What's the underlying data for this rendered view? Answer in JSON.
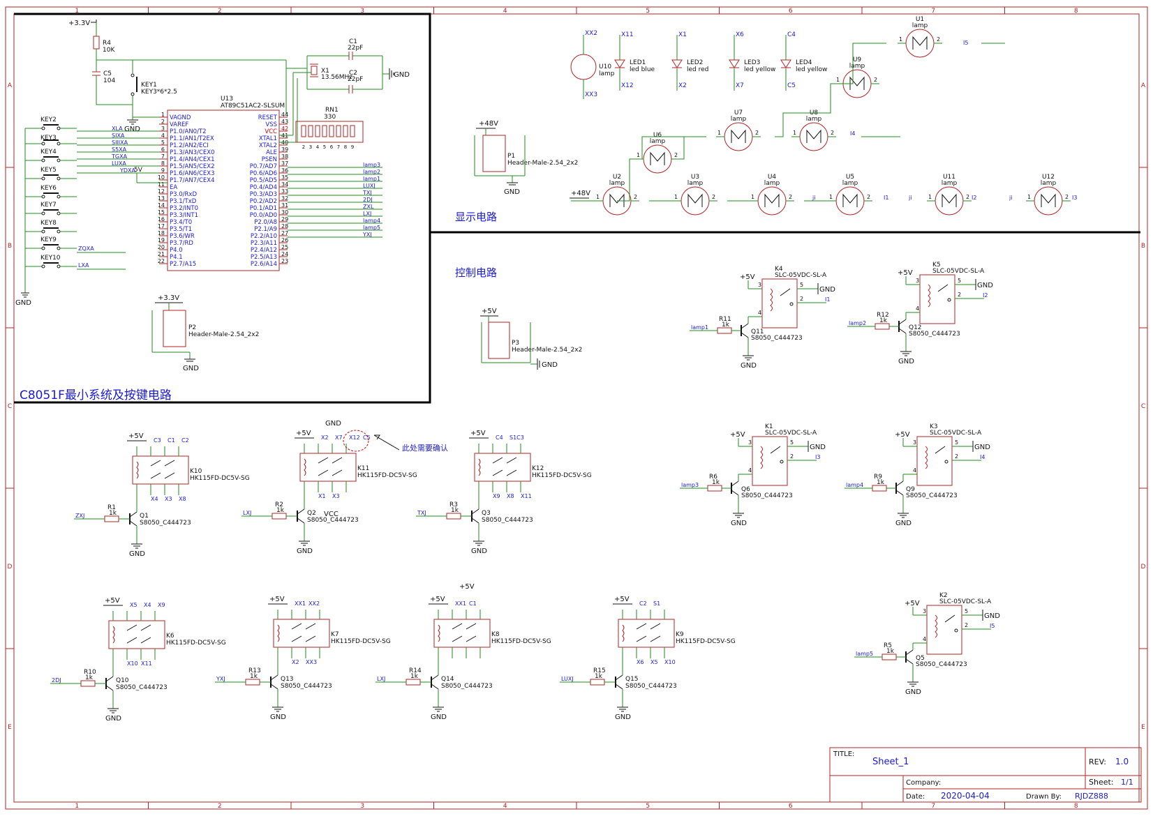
{
  "colors": {
    "frame": "#b02222",
    "wire": "#1e8c1e",
    "component": "#b02222",
    "label_blue": "#1a1ad6",
    "text_black": "#111111",
    "highlight_red": "#d00000",
    "section_border": "#000000"
  },
  "frame": {
    "columns": [
      "1",
      "2",
      "3",
      "4",
      "5",
      "6",
      "7",
      "8"
    ],
    "rows": [
      "A",
      "B",
      "C",
      "D",
      "E"
    ]
  },
  "sections": {
    "mcu_title": "C8051F最小系统及按键电路",
    "display_title": "显示电路",
    "control_title": "控制电路"
  },
  "title_block": {
    "title_label": "TITLE:",
    "title_value": "Sheet_1",
    "rev_label": "REV:",
    "rev_value": "1.0",
    "company_label": "Company:",
    "sheet_label": "Sheet:",
    "sheet_value": "1/1",
    "date_label": "Date:",
    "date_value": "2020-04-04",
    "drawn_label": "Drawn By:",
    "drawn_value": "RJDZ888"
  },
  "annotation": {
    "note": "此处需要确认"
  },
  "mcu": {
    "ref": "U13",
    "part": "AT89C51AC2-SLSUM",
    "left_pins": [
      {
        "num": "1",
        "name": "VAGND"
      },
      {
        "num": "2",
        "name": "VAREF"
      },
      {
        "num": "3",
        "name": "P1.0/AN0/T2"
      },
      {
        "num": "4",
        "name": "P1.1/AN1/T2EX"
      },
      {
        "num": "5",
        "name": "P1.2/AN2/ECI"
      },
      {
        "num": "6",
        "name": "P1.3/AN3/CEX0"
      },
      {
        "num": "7",
        "name": "P1.4/AN4/CEX1"
      },
      {
        "num": "8",
        "name": "P1.5/AN5/CEX2"
      },
      {
        "num": "9",
        "name": "P1.6/AN6/CEX3"
      },
      {
        "num": "10",
        "name": "P1.7/AN7/CEX4"
      },
      {
        "num": "11",
        "name": "EA"
      },
      {
        "num": "12",
        "name": "P3.0/RxD"
      },
      {
        "num": "13",
        "name": "P3.1/TxD"
      },
      {
        "num": "14",
        "name": "P3.2/INT0"
      },
      {
        "num": "15",
        "name": "P3.3/INT1"
      },
      {
        "num": "16",
        "name": "P3.4/T0"
      },
      {
        "num": "17",
        "name": "P3.5/T1"
      },
      {
        "num": "18",
        "name": "P3.6/WR"
      },
      {
        "num": "19",
        "name": "P3.7/RD"
      },
      {
        "num": "20",
        "name": "P4.0"
      },
      {
        "num": "21",
        "name": "P4.1"
      },
      {
        "num": "22",
        "name": "P2.7/A15"
      }
    ],
    "right_pins": [
      {
        "num": "44",
        "name": "RESET"
      },
      {
        "num": "43",
        "name": "VSS"
      },
      {
        "num": "42",
        "name": "VCC"
      },
      {
        "num": "41",
        "name": "XTAL1"
      },
      {
        "num": "40",
        "name": "XTAL2"
      },
      {
        "num": "39",
        "name": "ALE"
      },
      {
        "num": "38",
        "name": "PSEN"
      },
      {
        "num": "37",
        "name": "P0.7/AD7"
      },
      {
        "num": "36",
        "name": "P0.6/AD6"
      },
      {
        "num": "35",
        "name": "P0.5/AD5"
      },
      {
        "num": "34",
        "name": "P0.4/AD4"
      },
      {
        "num": "33",
        "name": "P0.3/AD3"
      },
      {
        "num": "32",
        "name": "P0.2/AD2"
      },
      {
        "num": "31",
        "name": "P0.1/AD1"
      },
      {
        "num": "30",
        "name": "P0.0/AD0"
      },
      {
        "num": "29",
        "name": "P2.0/A8"
      },
      {
        "num": "28",
        "name": "P2.1/A9"
      },
      {
        "num": "27",
        "name": "P2.2/A10"
      },
      {
        "num": "26",
        "name": "P2.3/A11"
      },
      {
        "num": "25",
        "name": "P2.4/A12"
      },
      {
        "num": "24",
        "name": "P2.5/A13"
      },
      {
        "num": "23",
        "name": "P2.6/A14"
      }
    ],
    "left_nets": [
      "XLA",
      "SIXA",
      "SIIIXA",
      "S5XA",
      "TGXA",
      "LUXA",
      "YDXA"
    ],
    "right_nets": [
      "lamp3",
      "lamp2",
      "lamp1",
      "LUXJ",
      "TXJ",
      "2DJ",
      "ZXL",
      "LXJ",
      "lamp4",
      "lamp5",
      "YXJ"
    ],
    "misc": {
      "r4_ref": "R4",
      "r4_val": "10K",
      "c5_ref": "C5",
      "c5_val": "104",
      "key1_ref": "KEY1",
      "key1_val": "KEY3*6*2.5",
      "c1_ref": "C1",
      "c1_val": "22pF",
      "c2_ref": "C2",
      "c2_val": "22pF",
      "x1_ref": "X1",
      "x1_val": "13.56MHz",
      "rn1_ref": "RN1",
      "rn1_val": "330",
      "plus33": "+3.3V",
      "plus5": "+5V",
      "gnd": "GND",
      "vcc_left": "5V",
      "p2_ref": "P2",
      "p2_val": "Header-Male-2.54_2x2"
    },
    "keys": [
      "KEY2",
      "KEY3",
      "KEY4",
      "KEY5",
      "KEY6",
      "KEY7",
      "KEY8",
      "KEY9",
      "KEY10"
    ],
    "key_nets": [
      "ZQXA",
      "LXA"
    ]
  },
  "display": {
    "p1_ref": "P1",
    "p1_val": "Header-Male-2.54_2x2",
    "p1_supply": "+48V",
    "u10": {
      "ref": "U10",
      "val": "lamp",
      "top": "XX2",
      "bottom": "XX3"
    },
    "leds": [
      {
        "ref": "LED1",
        "val": "led blue",
        "top": "X11",
        "bottom": "X12"
      },
      {
        "ref": "LED2",
        "val": "led red",
        "top": "X1",
        "bottom": "X2"
      },
      {
        "ref": "LED3",
        "val": "led yellow",
        "top": "X6",
        "bottom": "X7"
      },
      {
        "ref": "LED4",
        "val": "led yellow",
        "top": "C4",
        "bottom": "C5"
      }
    ],
    "lamp_val": "lamp",
    "lamps": [
      "U1",
      "U9",
      "U6",
      "U7",
      "U8",
      "U2",
      "U3",
      "U4",
      "U5",
      "U11",
      "U12"
    ],
    "nets": {
      "i5": "I5",
      "i4": "I4",
      "ji": "ji",
      "i1": "I1",
      "i2": "I2",
      "i3": "I3",
      "plus48": "+48V"
    }
  },
  "control": {
    "p3_ref": "P3",
    "p3_val": "Header-Male-2.54_2x2",
    "relay_part": "SLC-05VDC-SL-A",
    "transistor_part": "S8050_C444723",
    "res_val": "1k",
    "relays": [
      {
        "k": "K4",
        "r": "R11",
        "q": "Q11",
        "in": "lamp1",
        "out": "I1"
      },
      {
        "k": "K5",
        "r": "R12",
        "q": "Q12",
        "in": "lamp2",
        "out": "I2"
      },
      {
        "k": "K1",
        "r": "R6",
        "q": "Q6",
        "in": "lamp3",
        "out": "I3"
      },
      {
        "k": "K3",
        "r": "R9",
        "q": "Q9",
        "in": "lamp4",
        "out": "I4"
      },
      {
        "k": "K2",
        "r": "R5",
        "q": "Q5",
        "in": "lamp5",
        "out": "I5"
      }
    ]
  },
  "hk_relays": {
    "part": "HK115FD-DC5V-SG",
    "items": [
      {
        "k": "K10",
        "r": "R1",
        "q": "Q1",
        "in": "ZXJ",
        "top": [
          "C3",
          "C1",
          "C2"
        ],
        "bottom": [
          "X4",
          "X3",
          "X8"
        ]
      },
      {
        "k": "K11",
        "r": "R2",
        "q": "Q2",
        "in": "LXJ",
        "top": [
          "X2",
          "X7",
          "X12",
          "C5"
        ],
        "bottom": [
          "X1",
          "X3"
        ]
      },
      {
        "k": "K12",
        "r": "R3",
        "q": "Q3",
        "in": "TXJ",
        "top": [
          "C4",
          "S1C3"
        ],
        "bottom": [
          "X9",
          "X8",
          "X11"
        ]
      },
      {
        "k": "K6",
        "r": "R10",
        "q": "Q10",
        "in": "2DJ",
        "top": [
          "X5",
          "X4",
          "X9"
        ],
        "bottom": [
          "X10",
          "X11"
        ]
      },
      {
        "k": "K7",
        "r": "R13",
        "q": "Q13",
        "in": "YXJ",
        "top": [
          "XX1",
          "XX2"
        ],
        "bottom": [
          "X2",
          "XX3"
        ]
      },
      {
        "k": "K8",
        "r": "R14",
        "q": "Q14",
        "in": "LXJ",
        "top": [
          "XX1",
          "C1"
        ],
        "bottom": []
      },
      {
        "k": "K9",
        "r": "R15",
        "q": "Q15",
        "in": "LUXJ",
        "top": [
          "C2",
          "S1"
        ],
        "bottom": [
          "X6",
          "X5",
          "X10"
        ]
      }
    ],
    "vcc": "VCC"
  }
}
